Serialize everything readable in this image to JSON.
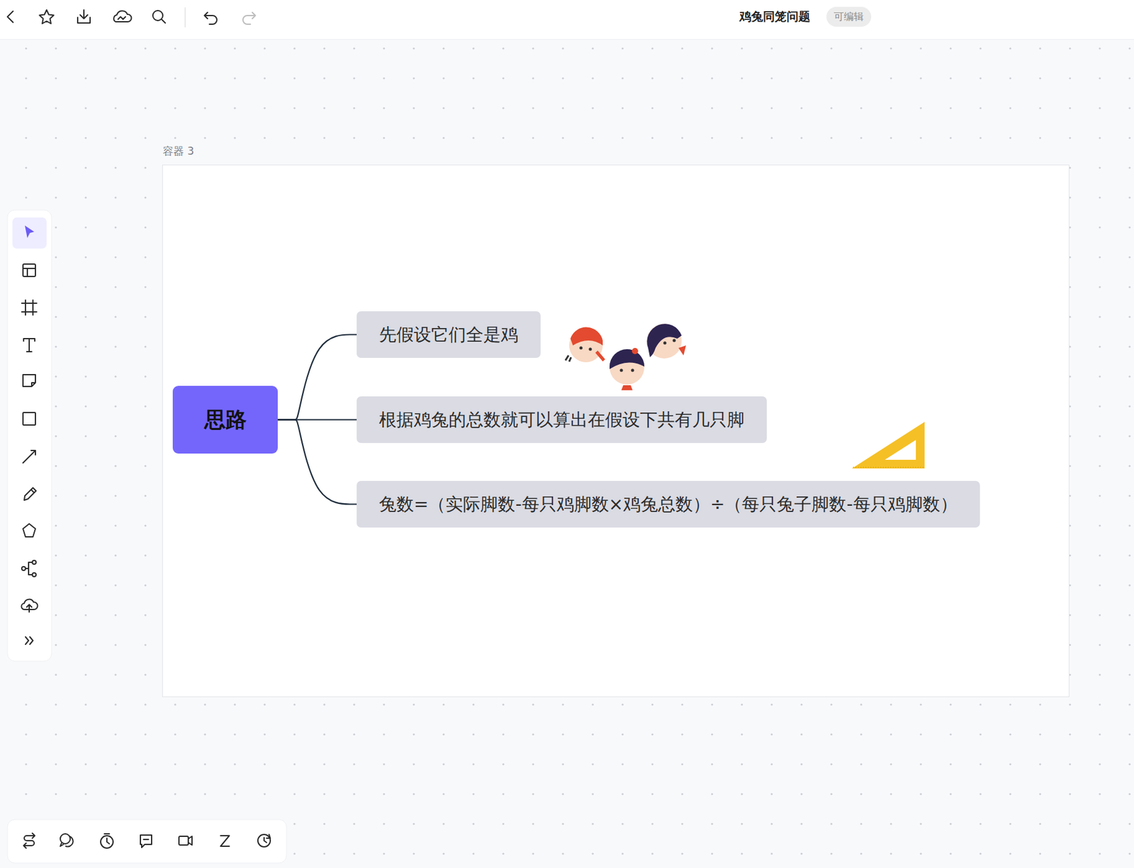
{
  "diagram": {
    "title": "鸡兔同笼问题",
    "nodes": [
      {
        "text": [
          "容器 3"
        ]
      },
      {
        "text": [
          "思路"
        ],
        "in": 0
      },
      {
        "text": [
          "先假设它们全是鸡"
        ],
        "in": 0
      },
      {
        "text": [
          "根据鸡兔的总数就可以算出在假设下共有几只脚"
        ],
        "in": 0
      },
      {
        "text": [
          "兔数=（实际脚数-每只鸡脚数×鸡兔总数）÷（每只兔子脚数-每只鸡脚数）"
        ],
        "in": 0
      }
    ],
    "edges": [
      {
        "from": 1,
        "to": 2,
        "arrow": "none"
      },
      {
        "from": 1,
        "to": 3,
        "arrow": "none"
      },
      {
        "from": 1,
        "to": 4,
        "arrow": "none"
      }
    ],
    "labels": [
      "可编辑"
    ]
  }
}
